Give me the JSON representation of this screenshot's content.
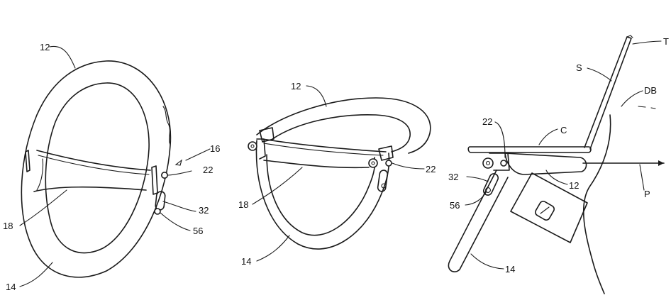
{
  "figures": [
    {
      "id": "front-view",
      "labels": {
        "frame_top": "12",
        "pointer": "16",
        "pivot": "22",
        "slot": "32",
        "pin": "56",
        "sling": "18",
        "frame_bottom": "14"
      }
    },
    {
      "id": "perspective-view",
      "labels": {
        "frame_top": "12",
        "pivot": "22",
        "sling": "18",
        "frame_bottom": "14"
      }
    },
    {
      "id": "side-view-in-use",
      "labels": {
        "screen": "S",
        "top": "T",
        "body": "DB",
        "computer": "C",
        "pivot": "22",
        "slot": "32",
        "pin": "56",
        "frame_top": "12",
        "frame_bottom": "14",
        "direction": "P"
      }
    }
  ]
}
